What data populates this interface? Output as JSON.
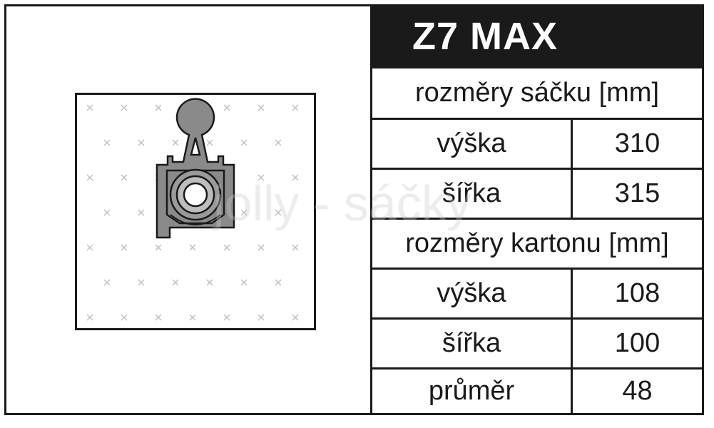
{
  "product": {
    "model": "Z7 MAX"
  },
  "bag_dimensions": {
    "heading": "rozměry sáčku [mm]",
    "rows": [
      {
        "label": "výška",
        "value": "310"
      },
      {
        "label": "šířka",
        "value": "315"
      }
    ]
  },
  "carton_dimensions": {
    "heading": "rozměry kartonu [mm]",
    "rows": [
      {
        "label": "výška",
        "value": "108"
      },
      {
        "label": "šířka",
        "value": "100"
      },
      {
        "label": "průměr",
        "value": "48"
      }
    ]
  },
  "watermark": "jolly - sáčky",
  "colors": {
    "ink": "#1a1a1a",
    "collar_fill": "#8a8a8a",
    "pattern": "#bdbdbd"
  },
  "icons": {
    "bag": "vacuum-bag-illustration",
    "collar": "bag-collar-plate"
  }
}
